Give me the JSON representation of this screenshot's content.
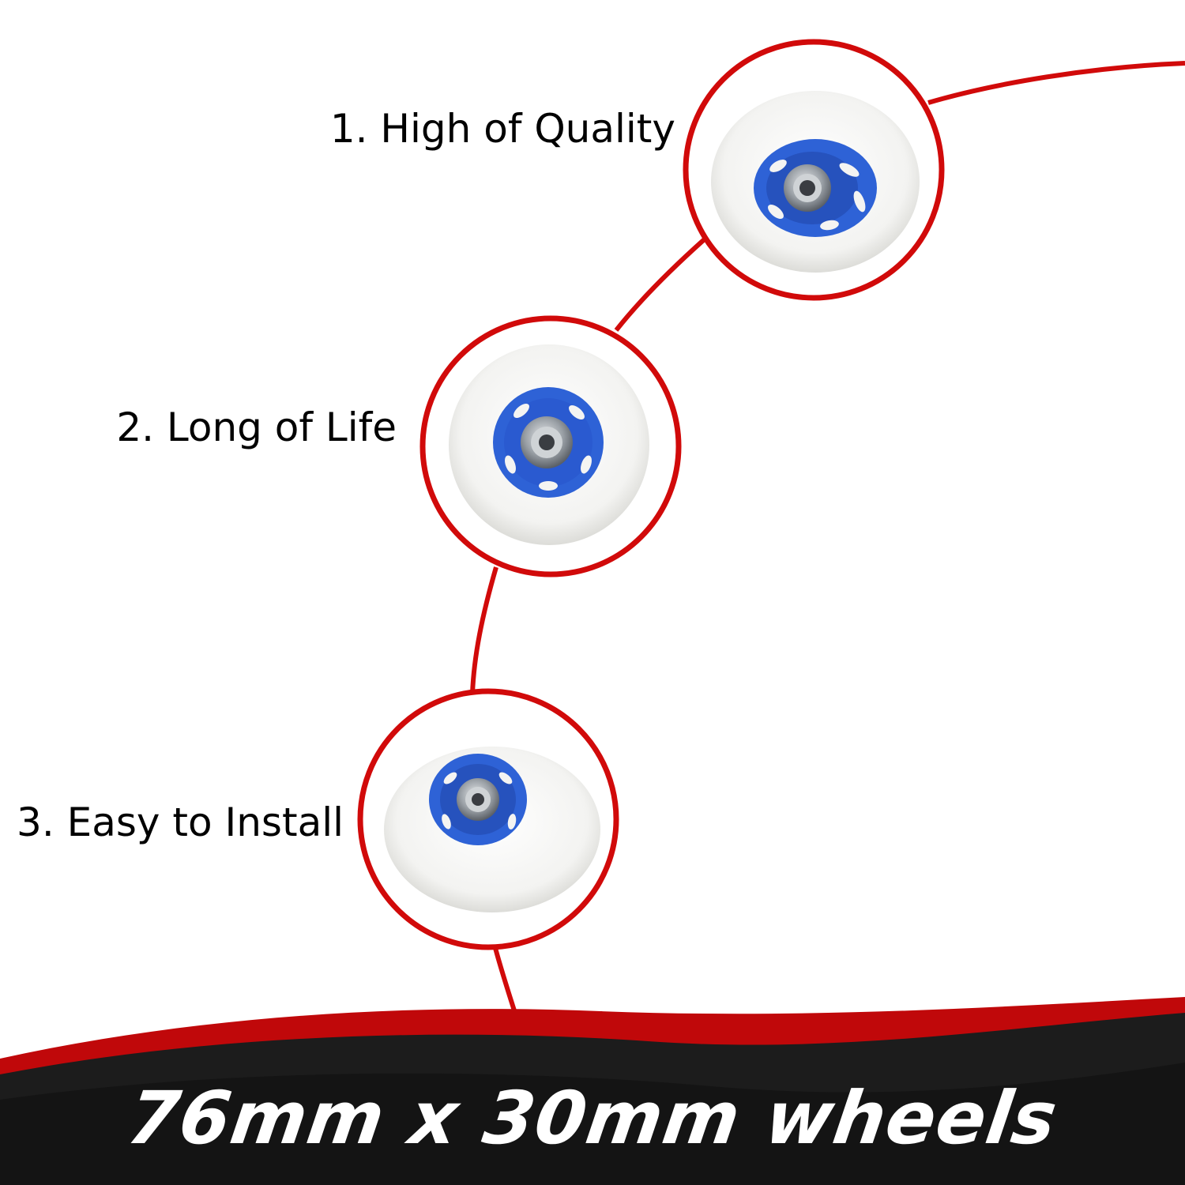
{
  "features": [
    {
      "label": "1. High of Quality"
    },
    {
      "label": "2. Long of Life"
    },
    {
      "label": "3. Easy to Install"
    }
  ],
  "banner": {
    "title": "76mm x 30mm wheels"
  },
  "colors": {
    "accent_red": "#d10a0a",
    "banner_black": "#1c1c1c",
    "wheel_white": "#f4f4f2",
    "hub_blue": "#2e62d6",
    "bearing_steel": "#8a8f96",
    "background": "#ffffff"
  },
  "images": [
    {
      "name": "wheel-photo",
      "description_visible": "white skate wheel with blue hub and steel bearing"
    }
  ]
}
